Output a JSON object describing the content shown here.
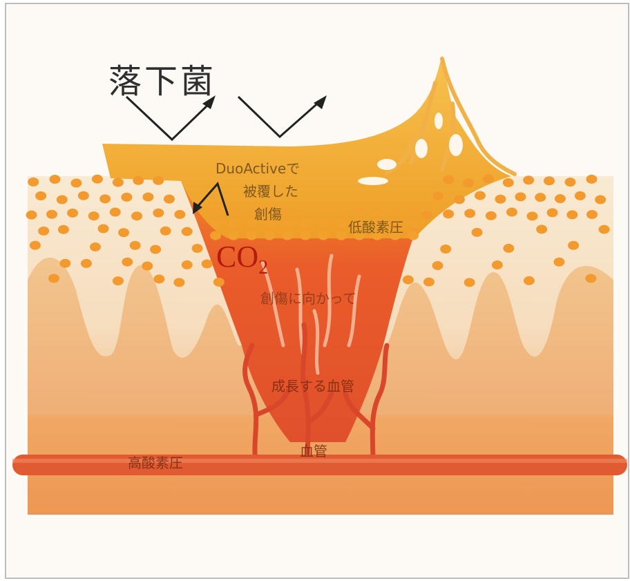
{
  "labels": {
    "falling_bacteria": "落下菌",
    "co2_main": "CO",
    "co2_sub": "2",
    "covered_wound_line1": "DuoActiveで",
    "covered_wound_line2": "被覆した",
    "covered_wound_line3": "創傷",
    "low_oxygen": "低酸素圧",
    "toward_wound": "創傷に向かって",
    "growing_vessels": "成長する血管",
    "blood_vessel": "血管",
    "high_oxygen": "高酸素圧"
  },
  "colors": {
    "dressing": "#f2b63a",
    "dots": "#f39a2e",
    "tissue_top": "#f6e2c4",
    "tissue_bottom": "#ef9a55",
    "wound": "#e8562c",
    "vessel": "#d9502e",
    "arrow": "#222222",
    "co2": "#b51a10"
  },
  "icons": [
    "arrow-left-down-icon",
    "arrow-right-up-icon"
  ]
}
